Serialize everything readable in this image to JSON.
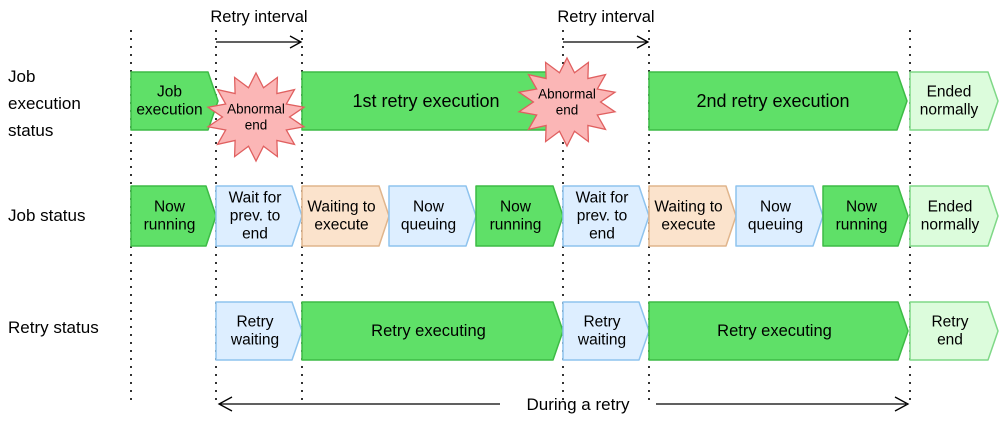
{
  "colors": {
    "green": "#5fe068",
    "green_stroke": "#3dbb46",
    "pale_green": "#dcfcdc",
    "pale_green_stroke": "#7fd887",
    "blue": "#ddeeff",
    "blue_stroke": "#8ec3ee",
    "peach": "#fbe3cc",
    "peach_stroke": "#e0b58c",
    "star": "#fbb6b6",
    "star_stroke": "#e06060"
  },
  "retry_interval_labels": [
    "Retry interval",
    "Retry interval"
  ],
  "row_labels": {
    "job_execution_status": [
      "Job",
      "execution",
      "status"
    ],
    "job_status": [
      "Job status"
    ],
    "retry_status": [
      "Retry status"
    ]
  },
  "job_execution_row": [
    {
      "lines": [
        "Job",
        "execution"
      ],
      "style": "green"
    },
    {
      "lines": [
        "1st retry execution"
      ],
      "style": "green"
    },
    {
      "lines": [
        "2nd retry execution"
      ],
      "style": "green"
    },
    {
      "lines": [
        "Ended",
        "normally"
      ],
      "style": "pale"
    }
  ],
  "abnormal_end_bursts": [
    {
      "lines": [
        "Abnormal",
        "end"
      ]
    },
    {
      "lines": [
        "Abnormal",
        "end"
      ]
    }
  ],
  "job_status_row": [
    {
      "lines": [
        "Now",
        "running"
      ],
      "style": "green"
    },
    {
      "lines": [
        "Wait for",
        "prev. to",
        "end"
      ],
      "style": "blue"
    },
    {
      "lines": [
        "Waiting to",
        "execute"
      ],
      "style": "peach"
    },
    {
      "lines": [
        "Now",
        "queuing"
      ],
      "style": "blue"
    },
    {
      "lines": [
        "Now",
        "running"
      ],
      "style": "green"
    },
    {
      "lines": [
        "Wait for",
        "prev. to",
        "end"
      ],
      "style": "blue"
    },
    {
      "lines": [
        "Waiting to",
        "execute"
      ],
      "style": "peach"
    },
    {
      "lines": [
        "Now",
        "queuing"
      ],
      "style": "blue"
    },
    {
      "lines": [
        "Now",
        "running"
      ],
      "style": "green"
    },
    {
      "lines": [
        "Ended",
        "normally"
      ],
      "style": "pale"
    }
  ],
  "retry_status_row": [
    {
      "lines": [
        "Retry",
        "waiting"
      ],
      "style": "blue"
    },
    {
      "lines": [
        "Retry executing"
      ],
      "style": "green"
    },
    {
      "lines": [
        "Retry",
        "waiting"
      ],
      "style": "blue"
    },
    {
      "lines": [
        "Retry executing"
      ],
      "style": "green"
    },
    {
      "lines": [
        "Retry",
        "end"
      ],
      "style": "pale"
    }
  ],
  "during_retry_label": "During a retry"
}
